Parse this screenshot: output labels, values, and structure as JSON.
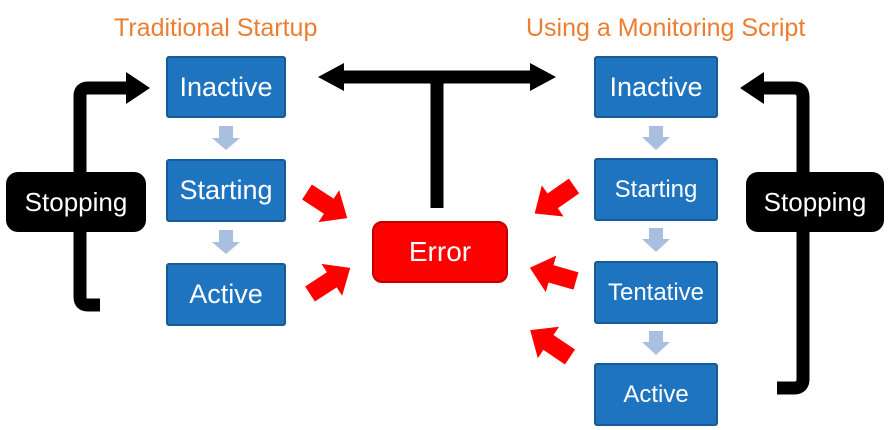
{
  "titles": {
    "left": "Traditional Startup",
    "right": "Using a Monitoring Script"
  },
  "left_states": [
    "Inactive",
    "Starting",
    "Active"
  ],
  "right_states": [
    "Inactive",
    "Starting",
    "Tentative",
    "Active"
  ],
  "stopping": {
    "left": "Stopping",
    "right": "Stopping"
  },
  "error": "Error",
  "colors": {
    "title": "#ed7d31",
    "state_fill": "#1f74c0",
    "flow_arrow": "#a9bfe0",
    "error_fill": "#ff0000",
    "stopping_fill": "#000000",
    "connector": "#000000"
  }
}
